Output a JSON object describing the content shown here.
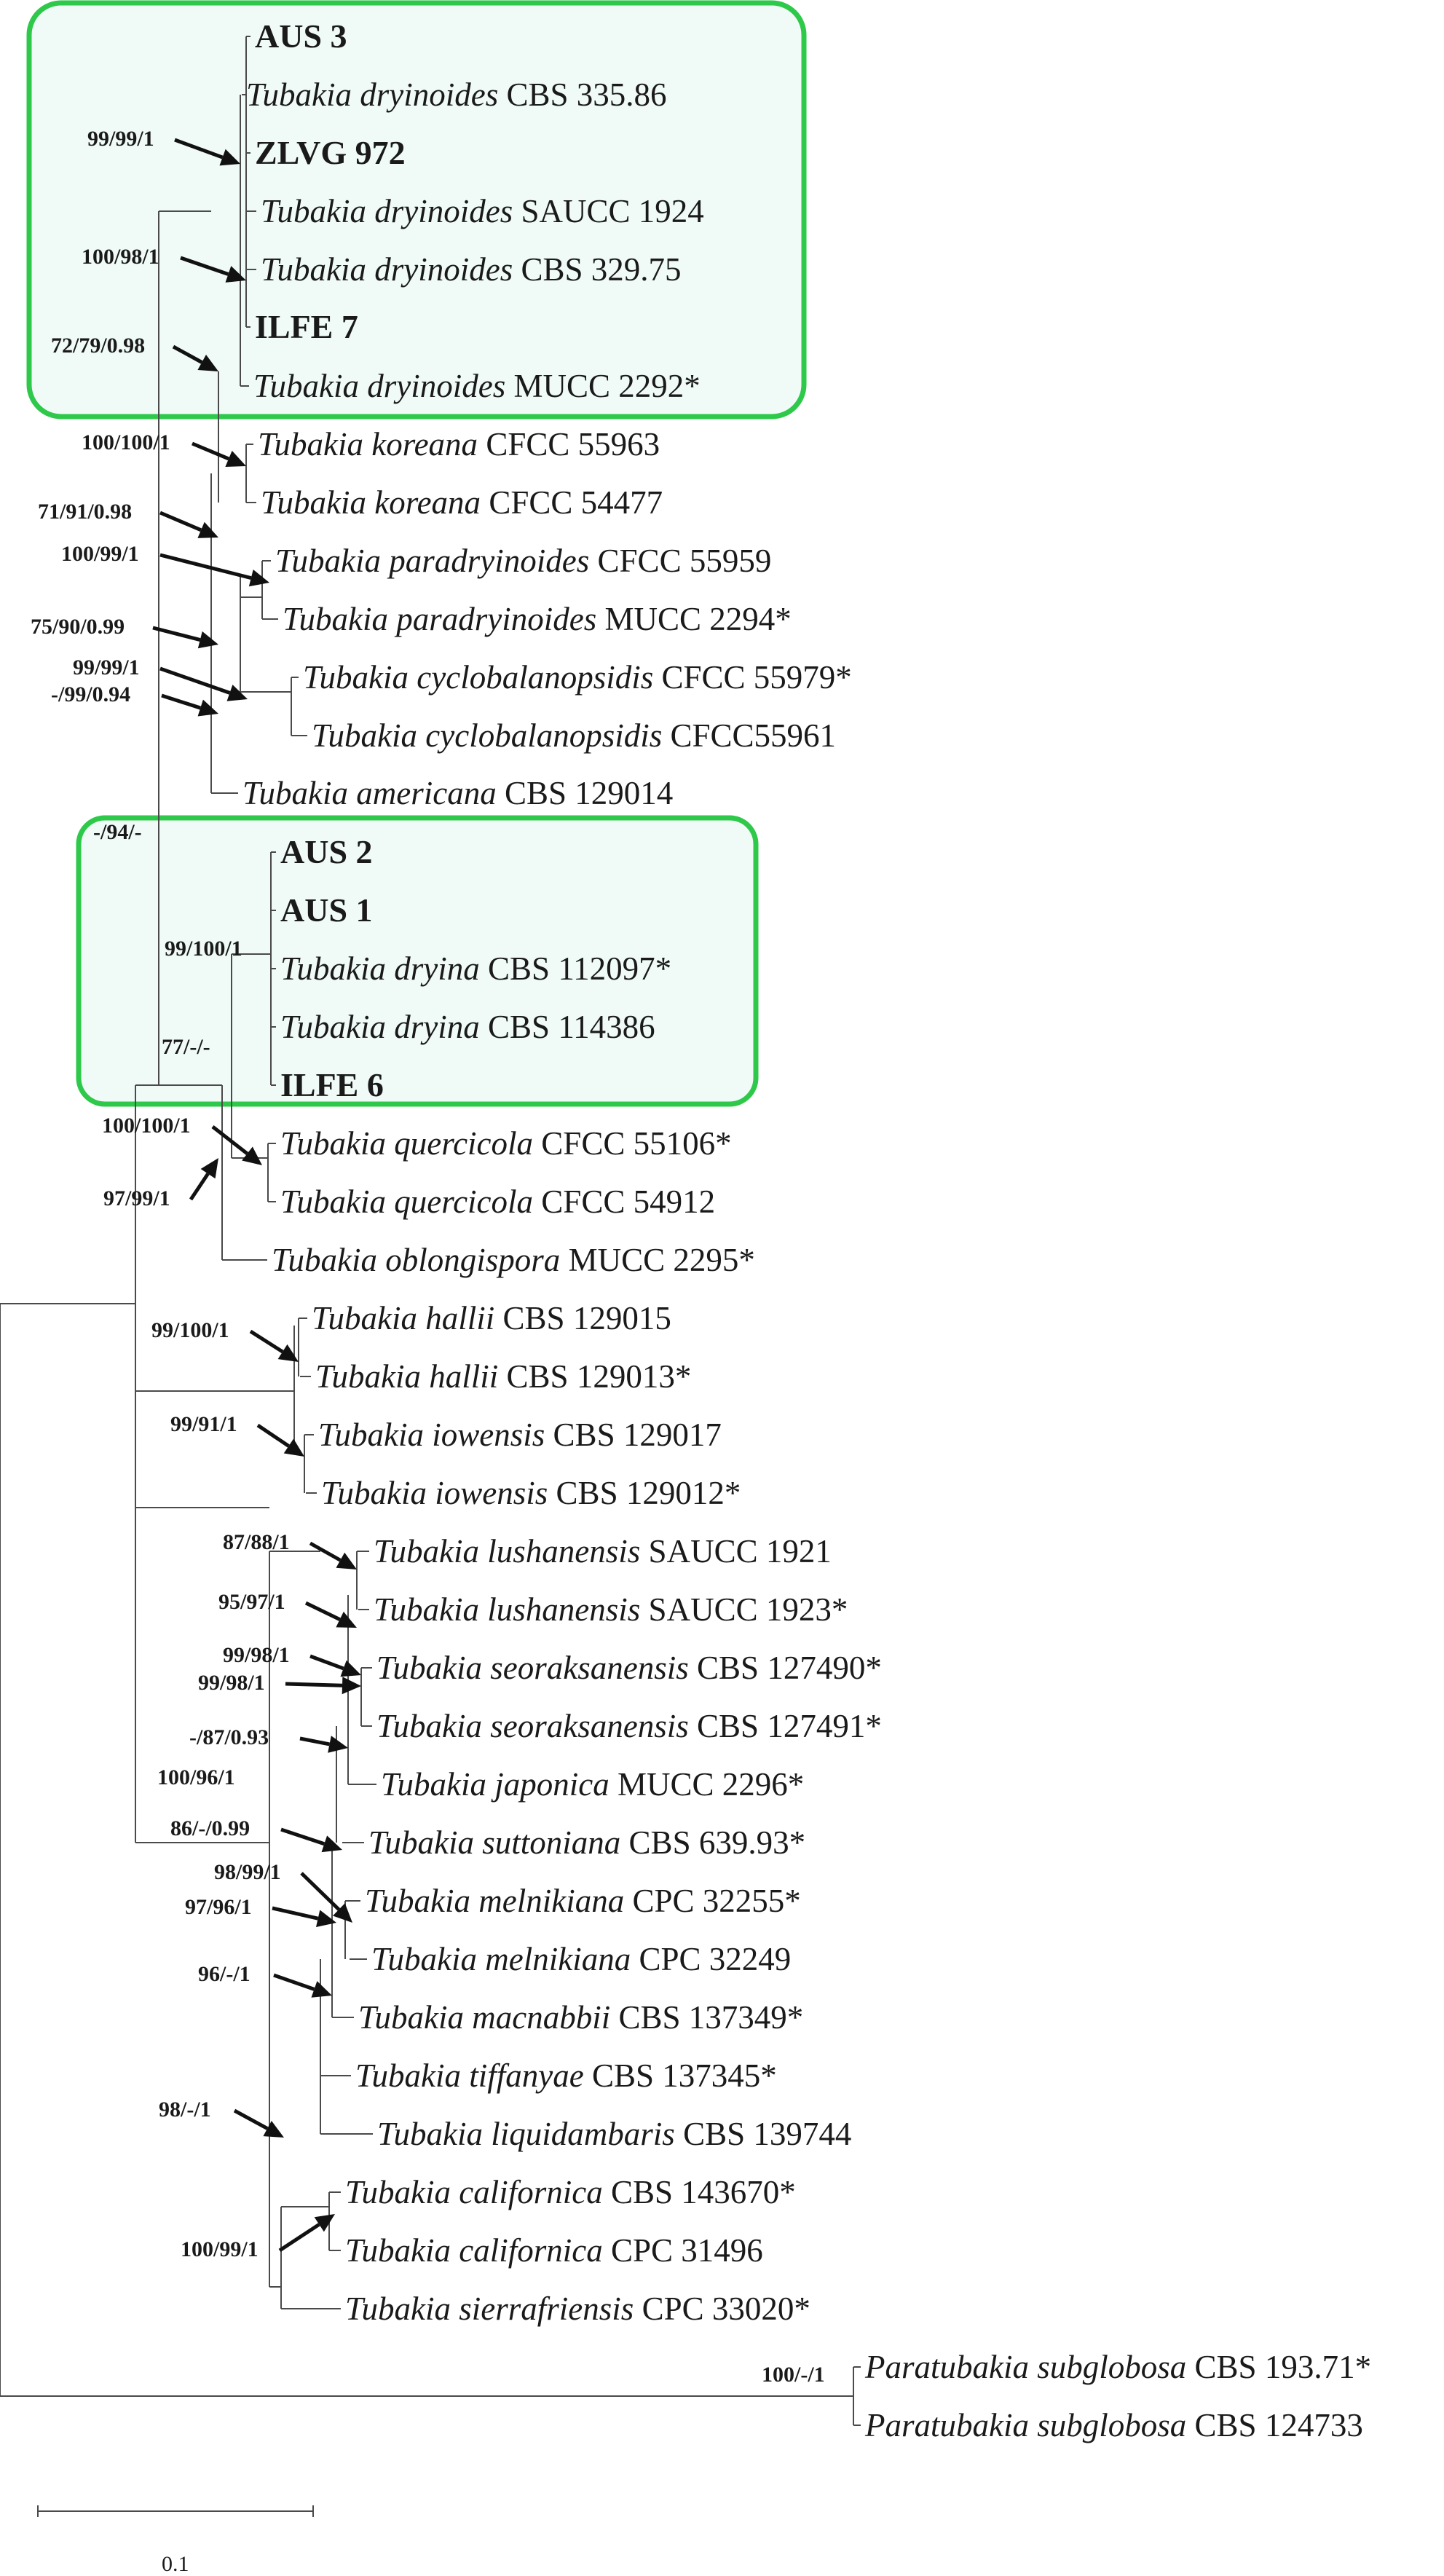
{
  "highlight_color": "#2ec94a",
  "highlight_fill": "#f0fbf8",
  "taxa": [
    {
      "genus": "",
      "rest": "AUS 3",
      "bold": true
    },
    {
      "genus": "Tubakia dryinoides",
      "rest": " CBS 335.86",
      "bold": false
    },
    {
      "genus": "",
      "rest": "ZLVG 972",
      "bold": true
    },
    {
      "genus": "Tubakia dryinoides",
      "rest": " SAUCC 1924",
      "bold": false
    },
    {
      "genus": "Tubakia dryinoides",
      "rest": " CBS 329.75",
      "bold": false
    },
    {
      "genus": "",
      "rest": "ILFE 7",
      "bold": true
    },
    {
      "genus": "Tubakia dryinoides",
      "rest": " MUCC 2292*",
      "bold": false
    },
    {
      "genus": "Tubakia koreana",
      "rest": " CFCC 55963",
      "bold": false
    },
    {
      "genus": "Tubakia koreana",
      "rest": " CFCC 54477",
      "bold": false
    },
    {
      "genus": "Tubakia paradryinoides",
      "rest": " CFCC 55959",
      "bold": false
    },
    {
      "genus": "Tubakia paradryinoides",
      "rest": " MUCC 2294*",
      "bold": false
    },
    {
      "genus": "Tubakia cyclobalanopsidis",
      "rest": " CFCC 55979*",
      "bold": false
    },
    {
      "genus": "Tubakia cyclobalanopsidis",
      "rest": " CFCC55961",
      "bold": false
    },
    {
      "genus": "Tubakia americana",
      "rest": " CBS 129014",
      "bold": false
    },
    {
      "genus": "",
      "rest": "AUS 2",
      "bold": true
    },
    {
      "genus": "",
      "rest": "AUS 1",
      "bold": true
    },
    {
      "genus": "Tubakia dryina",
      "rest": " CBS 112097*",
      "bold": false
    },
    {
      "genus": "Tubakia dryina",
      "rest": " CBS 114386",
      "bold": false
    },
    {
      "genus": "",
      "rest": "ILFE 6",
      "bold": true
    },
    {
      "genus": "Tubakia quercicola",
      "rest": " CFCC 55106*",
      "bold": false
    },
    {
      "genus": "Tubakia quercicola",
      "rest": " CFCC 54912",
      "bold": false
    },
    {
      "genus": "Tubakia oblongispora",
      "rest": " MUCC 2295*",
      "bold": false
    },
    {
      "genus": "Tubakia hallii",
      "rest": " CBS 129015",
      "bold": false
    },
    {
      "genus": "Tubakia hallii",
      "rest": " CBS 129013*",
      "bold": false
    },
    {
      "genus": "Tubakia iowensis",
      "rest": " CBS 129017",
      "bold": false
    },
    {
      "genus": "Tubakia iowensis",
      "rest": " CBS 129012*",
      "bold": false
    },
    {
      "genus": "Tubakia lushanensis",
      "rest": " SAUCC 1921",
      "bold": false
    },
    {
      "genus": "Tubakia lushanensis",
      "rest": " SAUCC 1923*",
      "bold": false
    },
    {
      "genus": "Tubakia seoraksanensis",
      "rest": " CBS 127490*",
      "bold": false
    },
    {
      "genus": "Tubakia seoraksanensis",
      "rest": " CBS 127491*",
      "bold": false
    },
    {
      "genus": "Tubakia japonica",
      "rest": " MUCC 2296*",
      "bold": false
    },
    {
      "genus": "Tubakia suttoniana",
      "rest": " CBS 639.93*",
      "bold": false
    },
    {
      "genus": "Tubakia melnikiana",
      "rest": " CPC 32255*",
      "bold": false
    },
    {
      "genus": "Tubakia melnikiana",
      "rest": " CPC 32249",
      "bold": false
    },
    {
      "genus": "Tubakia macnabbii",
      "rest": " CBS 137349*",
      "bold": false
    },
    {
      "genus": "Tubakia tiffanyae",
      "rest": " CBS 137345*",
      "bold": false
    },
    {
      "genus": "Tubakia liquidambaris",
      "rest": " CBS 139744",
      "bold": false
    },
    {
      "genus": "Tubakia californica",
      "rest": " CBS 143670*",
      "bold": false
    },
    {
      "genus": "Tubakia californica",
      "rest": " CPC 31496",
      "bold": false
    },
    {
      "genus": "Tubakia sierrafriensis",
      "rest": " CPC 33020*",
      "bold": false
    },
    {
      "genus": "Paratubakia subglobosa",
      "rest": " CBS 193.71*",
      "bold": false
    },
    {
      "genus": "Paratubakia subglobosa",
      "rest": " CBS 124733",
      "bold": false
    }
  ],
  "supports": [
    "99/99/1",
    "100/98/1",
    "72/79/0.98",
    "100/100/1",
    "71/91/0.98",
    "100/99/1",
    "75/90/0.99",
    "99/99/1",
    "-/99/0.94",
    "-/94/-",
    "99/100/1",
    "77/-/-",
    "100/100/1",
    "97/99/1",
    "99/100/1",
    "99/91/1",
    "87/88/1",
    "95/97/1",
    "99/98/1",
    "99/98/1",
    "-/87/0.93",
    "100/96/1",
    "86/-/0.99",
    "98/99/1",
    "97/96/1",
    "96/-/1",
    "98/-/1",
    "100/99/1",
    "100/-/1"
  ],
  "scale_bar": {
    "label": "0.1"
  }
}
